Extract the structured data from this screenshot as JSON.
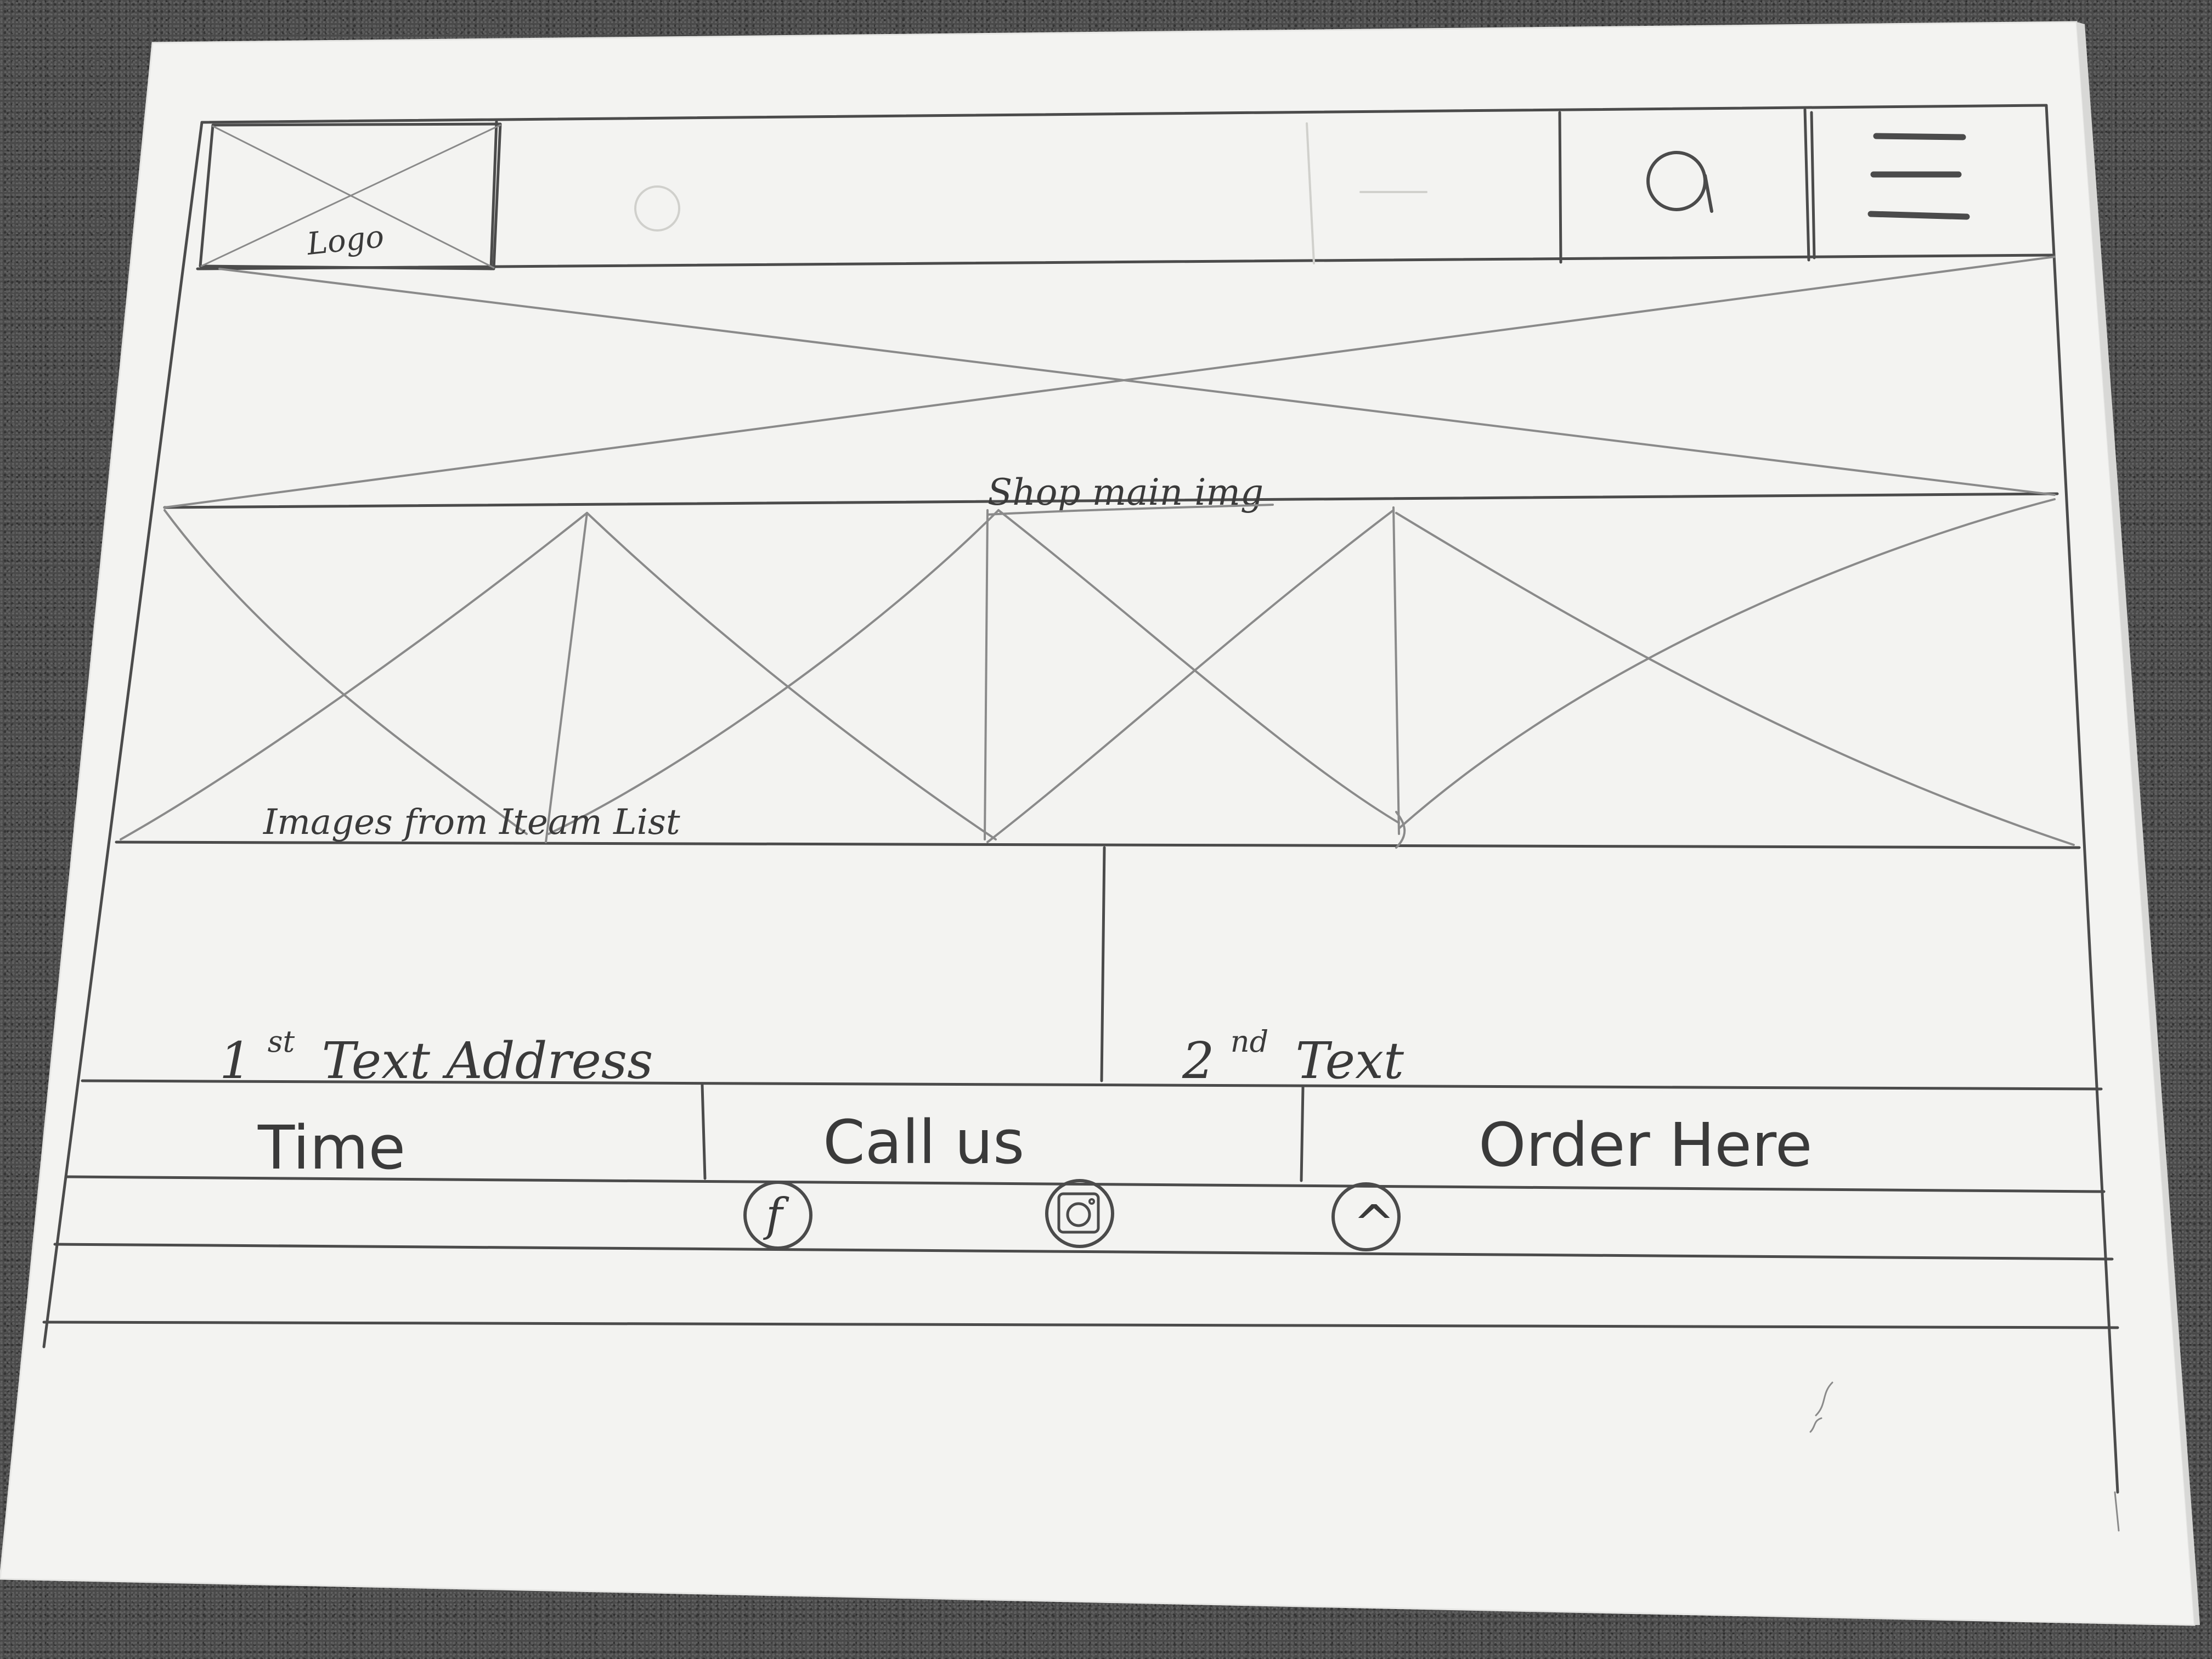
{
  "header": {
    "logo_label": "Logo",
    "search_icon": "search-icon",
    "menu_icon": "hamburger-menu-icon"
  },
  "hero": {
    "label": "Shop main img"
  },
  "gallery": {
    "label": "Images from Iteam List"
  },
  "info": {
    "first_text_ordinal": "1",
    "first_text_suffix": "st",
    "first_text_label": "Text Address",
    "second_text_ordinal": "2",
    "second_text_suffix": "nd",
    "second_text_label": "Text"
  },
  "footer_nav": {
    "time_label": "Time",
    "call_label": "Call us",
    "order_label": "Order Here"
  },
  "social": {
    "facebook_glyph": "f",
    "facebook_icon": "facebook-icon",
    "instagram_icon": "instagram-icon",
    "top_glyph": "^",
    "top_icon": "back-to-top-icon"
  },
  "colors": {
    "paper": "#f4f4f2",
    "pencil": "#4b4b4b",
    "background": "#4a4a4a"
  }
}
